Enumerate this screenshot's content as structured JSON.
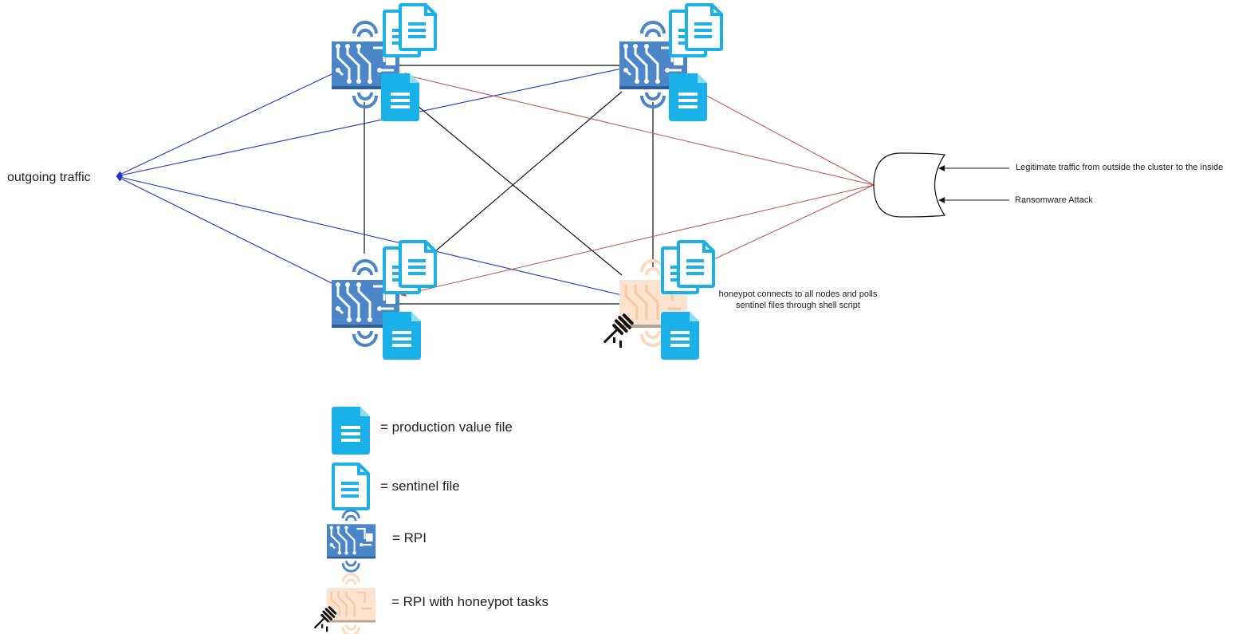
{
  "labels": {
    "outgoing": "outgoing traffic",
    "legit": "Legitimate traffic from outside the cluster to the inside",
    "ransom": "Ransomware Attack",
    "honeypot_line1": "honeypot connects to all nodes and polls",
    "honeypot_line2": "sentinel files through shell script"
  },
  "legend": {
    "production": "= production value file",
    "sentinel": "= sentinel file",
    "rpi": "= RPI",
    "rpi_honeypot": "= RPI with honeypot tasks"
  },
  "nodes": [
    {
      "id": "rpi-top-left",
      "kind": "rpi"
    },
    {
      "id": "rpi-top-right",
      "kind": "rpi"
    },
    {
      "id": "rpi-bottom-left",
      "kind": "rpi"
    },
    {
      "id": "rpi-bottom-right",
      "kind": "rpi-honeypot"
    }
  ],
  "colors": {
    "rpi": "#4a86c8",
    "rpi_dark": "#2f5f9a",
    "file": "#1ab0e8",
    "honeypot": "#fbd9bd",
    "outgoing_line": "#1f35c7",
    "attack_line": "#c0504d",
    "mesh_line": "#111111"
  },
  "icons": [
    "production-file-icon",
    "sentinel-file-icon",
    "rpi-icon",
    "honeypot-icon",
    "or-gate-icon"
  ]
}
